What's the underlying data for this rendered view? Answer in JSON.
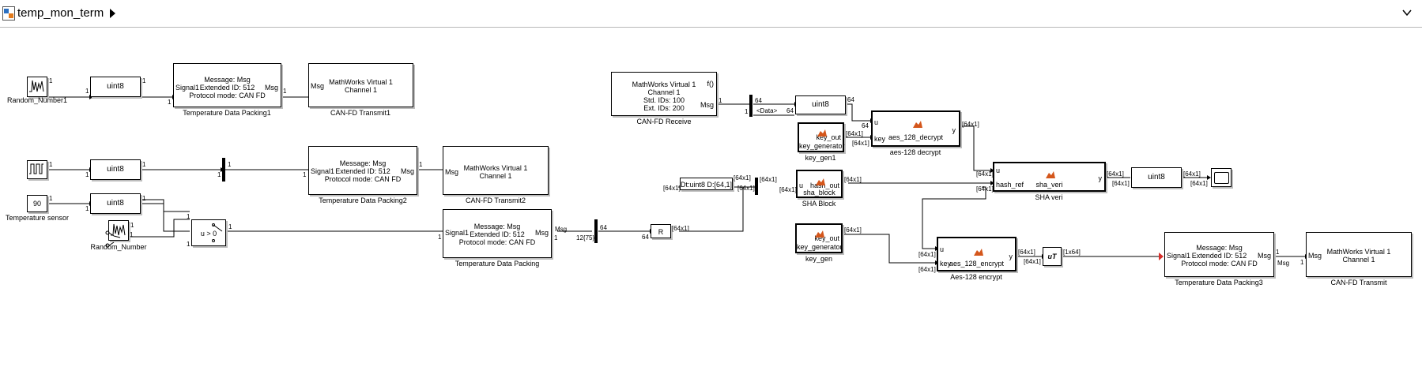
{
  "header": {
    "title": "temp_mon_term"
  },
  "blocks": {
    "random_number1": {
      "name": "Random_Number1"
    },
    "uint8_a": {
      "label": "uint8"
    },
    "pack1": {
      "line1": "Message: Msg",
      "line2": "Extended ID: 512",
      "line3": "Protocol mode: CAN FD",
      "in": "Signal1",
      "out": "Msg",
      "name": "Temperature Data Packing1"
    },
    "tx1": {
      "line1": "MathWorks Virtual 1",
      "line2": "Channel 1",
      "in": "Msg",
      "name": "CAN-FD Transmit1"
    },
    "pulse": {},
    "uint8_b": {
      "label": "uint8"
    },
    "pack2": {
      "line1": "Message: Msg",
      "line2": "Extended ID: 512",
      "line3": "Protocol mode: CAN FD",
      "in": "Signal1",
      "out": "Msg",
      "name": "Temperature Data Packing2"
    },
    "tx2": {
      "line1": "MathWorks Virtual 1",
      "line2": "Channel 1",
      "in": "Msg",
      "name": "CAN-FD Transmit2"
    },
    "temp_sensor": {
      "value": "90",
      "name": "Temperature sensor"
    },
    "uint8_c": {
      "label": "uint8"
    },
    "random_number": {
      "name": "Random_Number"
    },
    "switch": {
      "label": "u > 0"
    },
    "pack": {
      "line1": "Message: Msg",
      "line2": "Extended ID: 512",
      "line3": "Protocol mode: CAN FD",
      "in": "Signal1",
      "out": "Msg",
      "name": "Temperature Data Packing"
    },
    "receive": {
      "line1": "MathWorks Virtual 1",
      "line2": "Channel 1",
      "line3": "Std. IDs: 100",
      "line4": "Ext. IDs: 200",
      "fcall": "f()",
      "out": "Msg",
      "name": "CAN-FD Receive"
    },
    "uint8_d": {
      "label": "uint8"
    },
    "bus_label": "<Data>",
    "dtconv": {
      "label": "Dt:uint8 D:[64,1]"
    },
    "reshape": {
      "label": "R"
    },
    "key_gen1": {
      "fn": "key_generator",
      "out": "key_out",
      "name": "key_gen1"
    },
    "aes_decrypt": {
      "fn": "aes_128_decrypt",
      "in1": "u",
      "in2": "key",
      "out": "y",
      "name": "aes-128 decrypt"
    },
    "sha_block": {
      "fn": "sha_block",
      "in": "u",
      "out": "hash_out",
      "name": "SHA Block"
    },
    "sha_veri": {
      "fn": "sha_veri",
      "in1": "u",
      "in2": "hash_ref",
      "out": "y",
      "name": "SHA veri"
    },
    "uint8_e": {
      "label": "uint8"
    },
    "key_gen": {
      "fn": "key_generator",
      "out": "key_out",
      "name": "key_gen"
    },
    "aes_encrypt": {
      "fn": "aes_128_encrypt",
      "in1": "u",
      "in2": "key",
      "out": "y",
      "name": "Aes-128 encrypt"
    },
    "transpose": {
      "label": "uT"
    },
    "pack3": {
      "line1": "Message: Msg",
      "line2": "Extended ID: 512",
      "line3": "Protocol mode: CAN FD",
      "in": "Signal1",
      "out": "Msg",
      "name": "Temperature Data Packing3"
    },
    "tx3": {
      "line1": "MathWorks Virtual 1",
      "line2": "Channel 1",
      "in": "Msg",
      "name": "CAN-FD Transmit"
    }
  },
  "signals": {
    "one": "1",
    "s64": "64",
    "s64x1": "[64x1]",
    "s1x64": "[1x64]",
    "s12_75": "12{75}"
  }
}
